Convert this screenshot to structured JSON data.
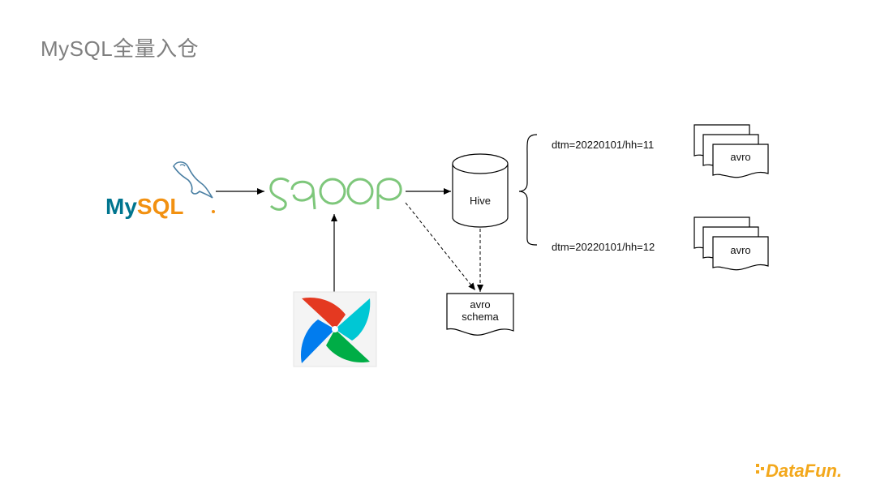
{
  "slide": {
    "title": "MySQL全量入仓"
  },
  "nodes": {
    "mysql": {
      "text_my": "My",
      "text_sql": "SQL"
    },
    "sqoop": {
      "text": "sqoop"
    },
    "hive": {
      "label": "Hive"
    },
    "schema": {
      "line1": "avro",
      "line2": "schema"
    },
    "partition1": {
      "label": "dtm=20220101/hh=11",
      "file": "avro"
    },
    "partition2": {
      "label": "dtm=20220101/hh=12",
      "file": "avro"
    }
  },
  "brand": {
    "text": "DataFun."
  },
  "colors": {
    "title": "#7f7f7f",
    "mysql_blue": "#00758f",
    "mysql_orange": "#f29111",
    "sqoop_green": "#7ec77b",
    "airflow_red": "#e43921",
    "airflow_blue": "#017cee",
    "airflow_teal": "#00c7d4",
    "airflow_green": "#00ad46",
    "brand_orange": "#f3a81c"
  }
}
